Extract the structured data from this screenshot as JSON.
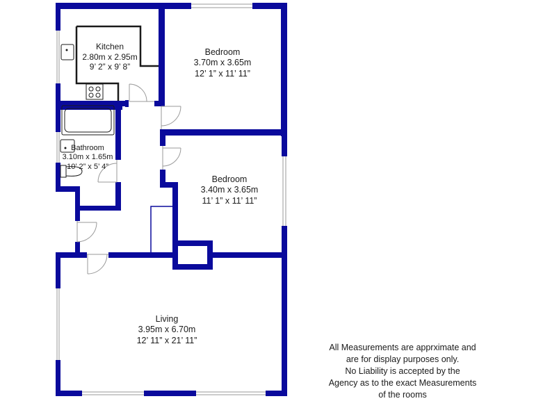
{
  "rooms": {
    "kitchen": {
      "name": "Kitchen",
      "metric": "2.80m x 2.95m",
      "imperial": "9’ 2” x 9’ 8”"
    },
    "bedroom_1": {
      "name": "Bedroom",
      "metric": "3.70m x 3.65m",
      "imperial": "12’ 1” x 11’ 11”"
    },
    "bathroom": {
      "name": "Bathroom",
      "metric": "3.10m x 1.65m",
      "imperial": "10’ 2” x 5’ 4”"
    },
    "bedroom_2": {
      "name": "Bedroom",
      "metric": "3.40m x 3.65m",
      "imperial": "11’ 1” x 11’ 11”"
    },
    "living": {
      "name": "Living",
      "metric": "3.95m x 6.70m",
      "imperial": "12’ 11” x 21’ 11”"
    }
  },
  "disclaimer": {
    "line_1": "All Measurements are apprximate and",
    "line_2": "are for display purposes only.",
    "line_3": "No Liability is accepted by the",
    "line_4": "Agency as to the exact Measurements",
    "line_5": "of the rooms"
  },
  "colors": {
    "wall": "#0a0a9c",
    "line": "#1a1a1a",
    "window": "#999999",
    "background": "#ffffff"
  }
}
